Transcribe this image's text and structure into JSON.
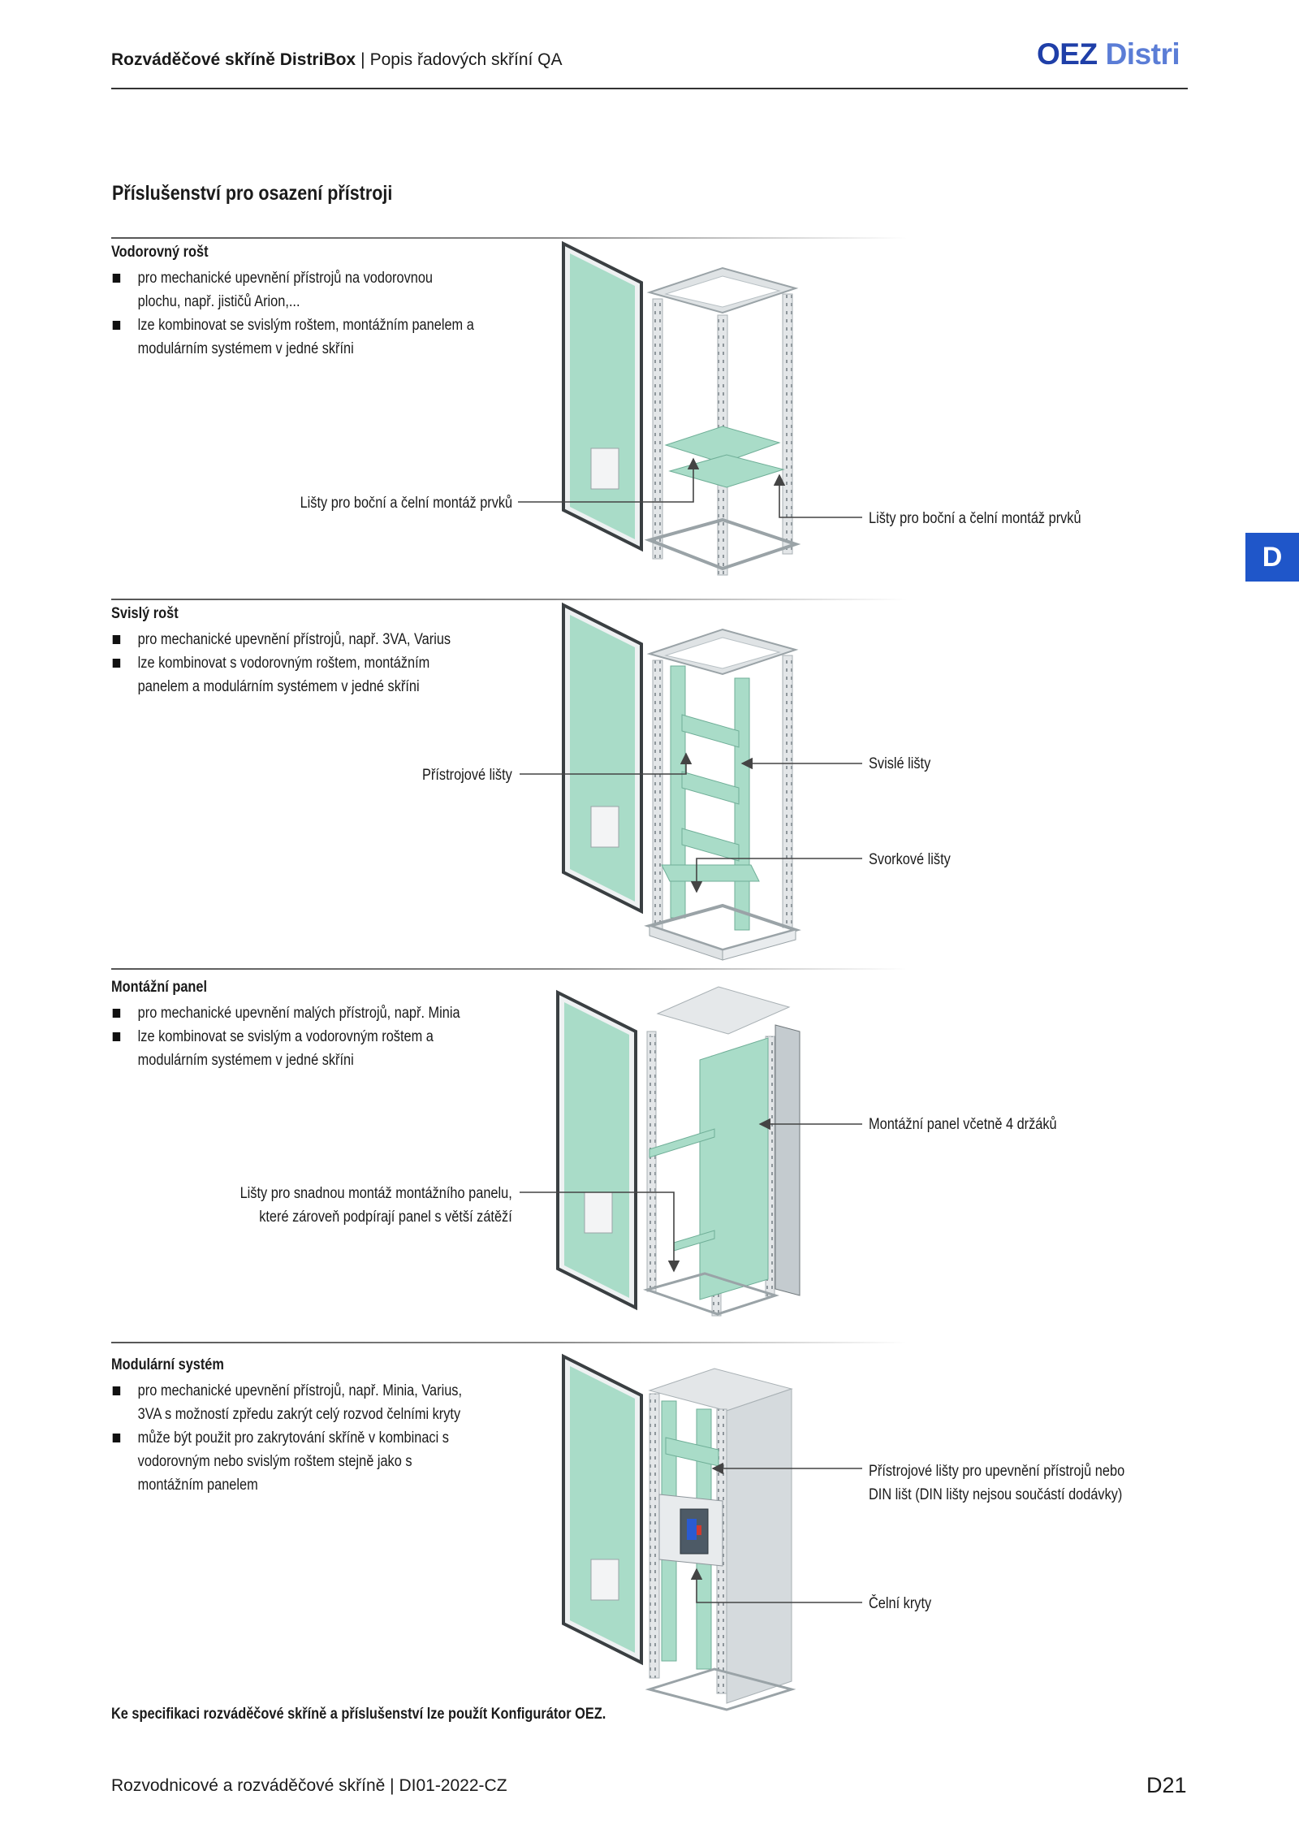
{
  "header": {
    "title_bold": "Rozváděčové skříně DistriBox",
    "separator": "|",
    "title_regular": "Popis řadových skříní QA",
    "logo_part1": "OEZ",
    "logo_part2": "Distri"
  },
  "side_tab": "D",
  "page_heading": "Příslušenství pro osazení přístroji",
  "sections": [
    {
      "title": "Vodorovný rošt",
      "bullets": [
        "pro mechanické upevnění přístrojů na vodorovnou plochu, např. jističů Arion,...",
        "lze kombinovat se svislým roštem, montážním panelem a modulárním systémem v jedné skříni"
      ],
      "callouts": {
        "left": [
          "Lišty pro boční  a čelní montáž prvků"
        ],
        "right": [
          "Lišty pro boční a čelní montáž prvků"
        ]
      }
    },
    {
      "title": "Svislý rošt",
      "bullets": [
        "pro mechanické upevnění přístrojů, např. 3VA, Varius",
        "lze kombinovat s vodorovným roštem, montážním panelem a modulárním systémem v jedné skříni"
      ],
      "callouts": {
        "left": [
          "Přístrojové lišty"
        ],
        "right_top": [
          "Svislé lišty"
        ],
        "right_bottom": [
          "Svorkové lišty"
        ]
      }
    },
    {
      "title": "Montážní panel",
      "bullets": [
        "pro mechanické upevnění malých přístrojů, např. Minia",
        "lze kombinovat se svislým a vodorovným roštem a modulárním systémem v jedné skříni"
      ],
      "callouts": {
        "right": [
          "Montážní panel včetně 4 držáků"
        ],
        "left": [
          "Lišty pro snadnou montáž montážního panelu,",
          "které zároveň podpírají panel s větší zátěží"
        ]
      }
    },
    {
      "title": "Modulární systém",
      "bullets": [
        "pro mechanické upevnění přístrojů, např. Minia, Varius, 3VA s možností zpředu zakrýt celý rozvod čelními kryty",
        "může být použit pro zakrytování skříně v kombinaci s vodorovným nebo svislým roštem stejně jako s montážním panelem"
      ],
      "callouts": {
        "right_top": [
          "Přístrojové lišty pro upevnění přístrojů nebo",
          "DIN lišt (DIN lišty nejsou součástí dodávky)"
        ],
        "right_bottom": [
          "Čelní kryty"
        ]
      }
    }
  ],
  "footnote": "Ke specifikaci rozváděčové skříně a příslušenství lze použít Konfigurátor OEZ.",
  "footer": {
    "left": "Rozvodnicové a rozváděčové skříně | DI01-2022-CZ",
    "page_number": "D21"
  },
  "colors": {
    "brand_blue": "#1f3fa8",
    "brand_light_blue": "#5b7dd6",
    "tab_blue": "#1f56c9",
    "mint": "#a9dcc8",
    "frame_grey": "#d9dde0"
  }
}
